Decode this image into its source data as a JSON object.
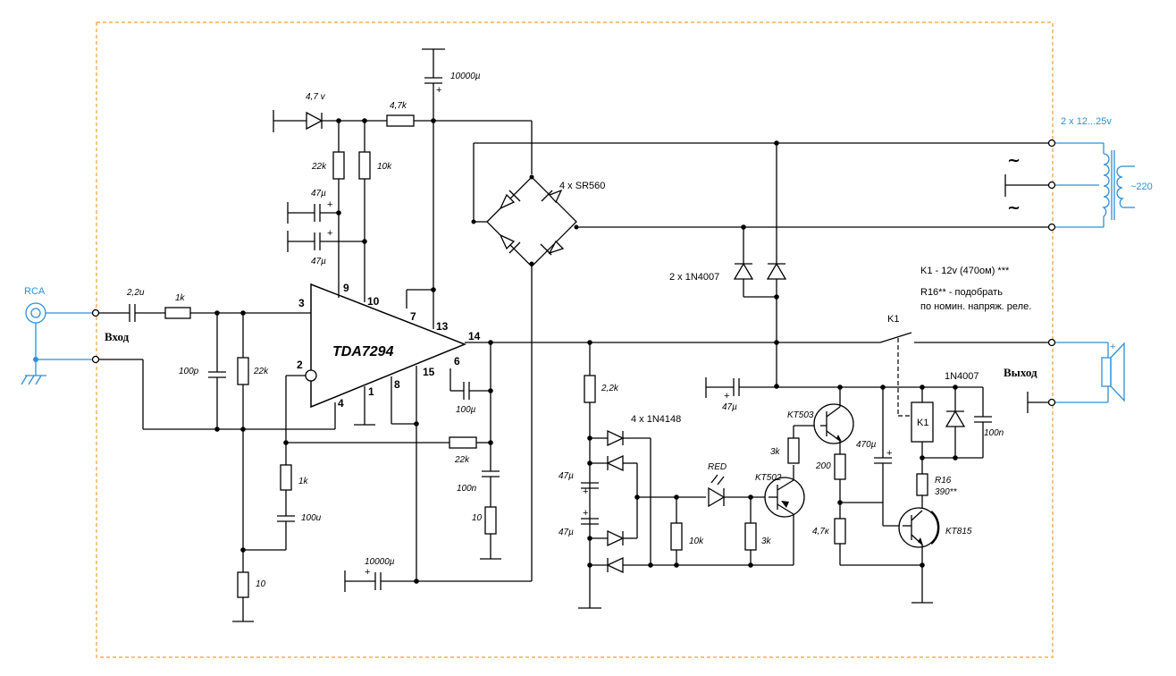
{
  "chip": {
    "name": "TDA7294",
    "pins": [
      "3",
      "9",
      "10",
      "7",
      "13",
      "14",
      "2",
      "4",
      "1",
      "8",
      "15",
      "6"
    ]
  },
  "input": {
    "rca": "RCA",
    "label": "Вход"
  },
  "output": {
    "label": "Выход"
  },
  "transformer": {
    "secondary": "2 x 12...25v",
    "primary": "~220",
    "ac1": "~",
    "ac2": "~"
  },
  "bridge": {
    "label": "4 x SR560"
  },
  "diodes_pair": {
    "label": "2 x 1N4007"
  },
  "diodes_quad": {
    "label": "4 x 1N4148"
  },
  "notes": {
    "k1": "K1 - 12v (470ом) ***",
    "r16_a": "R16**  -    подобрать",
    "r16_b": "по номин. напряж. реле."
  },
  "relay": {
    "name": "K1",
    "coil": "K1",
    "diode": "1N4007",
    "cap": "100n"
  },
  "components": {
    "c_in": "2,2u",
    "r_in": "1k",
    "c_100p": "100p",
    "r_22k_in": "22k",
    "r_1k_fb": "1k",
    "c_100u_fb": "100u",
    "r_10": "10",
    "r_22k_fb": "22k",
    "zener": "4,7 v",
    "r_47k": "4,7k",
    "r_22k_bias": "22k",
    "r_10k_bias": "10k",
    "c_47_a": "47µ",
    "c_47_b": "47µ",
    "c_10000_top": "10000µ",
    "c_10000_bot": "10000µ",
    "c_100u_boot": "100µ",
    "c_100n_zobel": "100n",
    "r_10_zobel": "10",
    "r_22k_prot": "2,2k",
    "c_47_p1": "47µ",
    "c_47_p2": "47µ",
    "led": "RED",
    "r_10k_prot": "10k",
    "r_3k_prot": "3k",
    "q_kt502": "KT502",
    "q_kt503": "KT503",
    "r_3k_base": "3k",
    "r_200": "200",
    "r_47k_prot": "4,7к",
    "c_470": "470µ",
    "c_47_relay": "47µ",
    "r16": "R16",
    "r16_val": "390**",
    "q_kt815": "KT815"
  }
}
